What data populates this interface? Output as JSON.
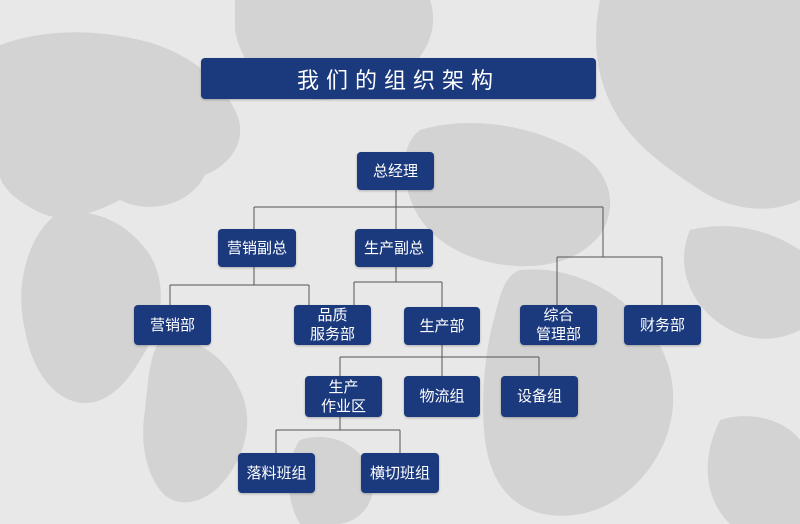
{
  "title": "我们的组织架构",
  "colors": {
    "node_fill": "#1b3a7e",
    "node_text": "#ffffff",
    "connector": "#555555",
    "background": "#e8e8e8",
    "map_land": "#d3d3d3"
  },
  "nodes": {
    "gm": {
      "lines": [
        "总经理"
      ]
    },
    "vp_sales": {
      "lines": [
        "营销副总"
      ]
    },
    "vp_production": {
      "lines": [
        "生产副总"
      ]
    },
    "sales_dept": {
      "lines": [
        "营销部"
      ]
    },
    "quality_service": {
      "lines": [
        "品质",
        "服务部"
      ]
    },
    "production_dept": {
      "lines": [
        "生产部"
      ]
    },
    "general_management": {
      "lines": [
        "综合",
        "管理部"
      ]
    },
    "finance_dept": {
      "lines": [
        "财务部"
      ]
    },
    "production_zone": {
      "lines": [
        "生产",
        "作业区"
      ]
    },
    "logistics_group": {
      "lines": [
        "物流组"
      ]
    },
    "equipment_group": {
      "lines": [
        "设备组"
      ]
    },
    "material_team": {
      "lines": [
        "落料班组"
      ]
    },
    "crosscut_team": {
      "lines": [
        "横切班组"
      ]
    }
  }
}
